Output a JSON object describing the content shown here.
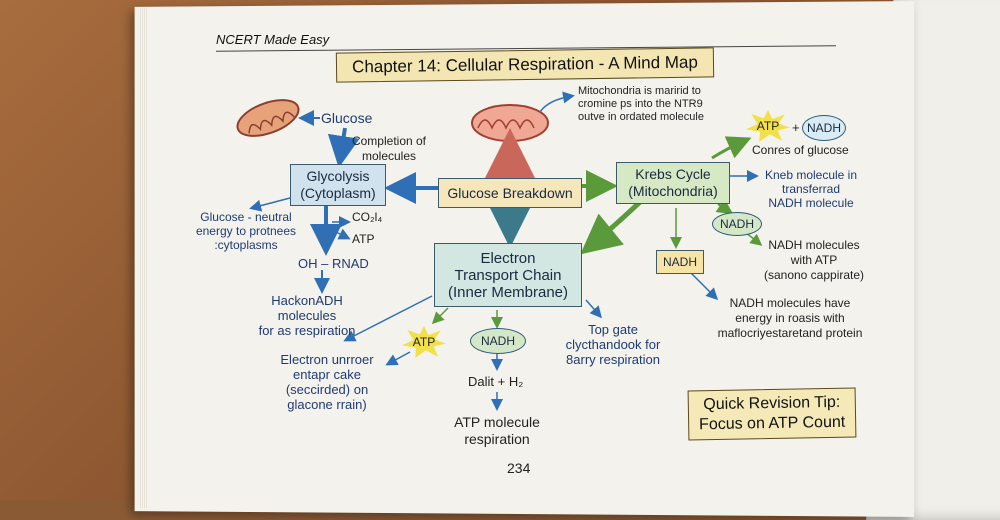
{
  "header": {
    "book": "NCERT Made Easy",
    "title": "Chapter 14: Cellular Respiration - A Mind Map"
  },
  "nodes": {
    "glycolysis": "Glycolysis\n(Cytoplasm)",
    "glucose_breakdown": "Glucose Breakdown",
    "krebs": "Krebs Cycle\n(Mitochondria)",
    "etc": "Electron\nTransport Chain\n(Inner Membrane)",
    "nadh_box": "NADH"
  },
  "labels": {
    "glucose": "Glucose",
    "completion": "Completion of\nmolecules",
    "mito_note": "Mitochondria is maririd to\ncromine ps into the NTR9\noutve in ordated molecule",
    "atp_star_top": "ATP",
    "plus": "+",
    "nadh_oval_top": "NADH",
    "conres": "Conres of glucose",
    "krebs_note": "Kneb molecule in\ntransferrad\nNADH molecule",
    "nadh_oval_mid": "NADH",
    "nadh_mols_atp": "NADH molecules\nwith ATP\n(sanono cappirate)",
    "nadh_have": "NADH molecules have\nenergy in roasis with\nmaflocriyestaretand protein",
    "glucose_neutral": "Glucose - neutral\nenergy to protnees\n:cytoplasms",
    "co2": "CO₂l₄",
    "atp_arrow": "ATP",
    "oh_rnad": "OH – RNAD",
    "hack_nadh": "HackonADH molecules\nfor as respiration",
    "atp_star_bottom": "ATP",
    "nadh_oval_bottom": "NADH",
    "top_gate": "Top gate\nclycthandook for\n8arry respiration",
    "electron_unr": "Electron unrroer\nentapr cake\n(seccirded) on\nglacone rrain)",
    "dalit": "Dalit + H₂",
    "atp_molecule": "ATP molecule\nrespiration"
  },
  "tip": {
    "line1": "Quick Revision Tip:",
    "line2": "Focus on ATP Count"
  },
  "page_number": "234",
  "colors": {
    "glycolysis": "#cfe2ee",
    "gluc_break": "#f6e6bb",
    "krebs": "#d6e8c4",
    "etc": "#d2e6e2",
    "nadh_box": "#f6e3a6",
    "star": "#f2e04a",
    "oval": "#d4e8c8",
    "arrow_blue": "#2f6fb5",
    "arrow_green": "#5a9a3a",
    "arrow_red": "#c9675a",
    "text": "#1f3b73"
  }
}
